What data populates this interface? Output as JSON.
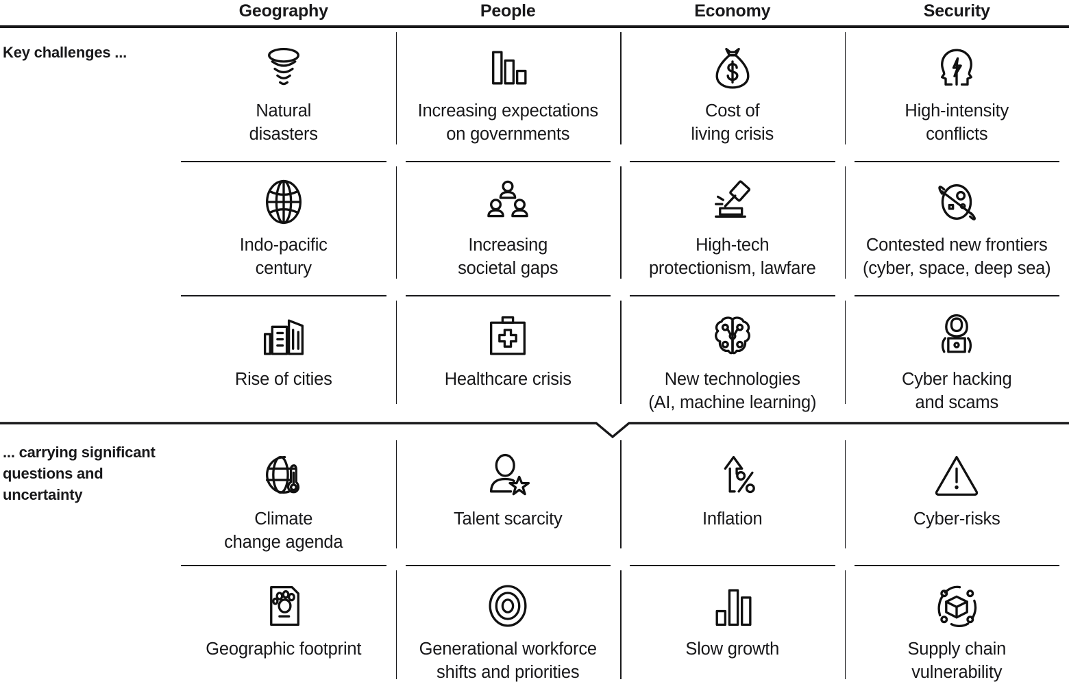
{
  "columns": [
    {
      "key": "geography",
      "label": "Geography"
    },
    {
      "key": "people",
      "label": "People"
    },
    {
      "key": "economy",
      "label": "Economy"
    },
    {
      "key": "security",
      "label": "Security"
    }
  ],
  "sections": [
    {
      "key": "key-challenges",
      "label": "Key\nchallenges ...",
      "rows": [
        {
          "cells": [
            {
              "icon": "tornado-icon",
              "label": "Natural\ndisasters"
            },
            {
              "icon": "bar-chart-icon",
              "label": "Increasing expectations\non governments"
            },
            {
              "icon": "money-bag-icon",
              "label": "Cost of\nliving crisis"
            },
            {
              "icon": "head-lightning-icon",
              "label": "High-intensity\nconflicts"
            }
          ]
        },
        {
          "cells": [
            {
              "icon": "globe-icon",
              "label": "Indo-pacific\ncentury"
            },
            {
              "icon": "people-group-icon",
              "label": "Increasing\nsocietal gaps"
            },
            {
              "icon": "gavel-icon",
              "label": "High-tech\nprotectionism, lawfare"
            },
            {
              "icon": "satellite-orbit-icon",
              "label": "Contested new frontiers\n(cyber, space, deep sea)"
            }
          ]
        },
        {
          "cells": [
            {
              "icon": "city-buildings-icon",
              "label": "Rise of cities"
            },
            {
              "icon": "first-aid-kit-icon",
              "label": "Healthcare crisis"
            },
            {
              "icon": "brain-network-icon",
              "label": "New technologies\n(AI, machine learning)"
            },
            {
              "icon": "hacker-laptop-icon",
              "label": "Cyber hacking\nand scams"
            }
          ]
        }
      ]
    },
    {
      "key": "uncertainty",
      "label": "... carrying\nsignificant\nquestions and\nuncertainty",
      "rows": [
        {
          "cells": [
            {
              "icon": "globe-thermometer-icon",
              "label": "Climate\nchange agenda"
            },
            {
              "icon": "person-star-icon",
              "label": "Talent scarcity"
            },
            {
              "icon": "arrow-up-percent-icon",
              "label": "Inflation"
            },
            {
              "icon": "warning-triangle-icon",
              "label": "Cyber-risks"
            }
          ]
        },
        {
          "cells": [
            {
              "icon": "paw-document-icon",
              "label": "Geographic footprint"
            },
            {
              "icon": "concentric-circles-icon",
              "label": "Generational workforce\nshifts and priorities"
            },
            {
              "icon": "bar-chart-growth-icon",
              "label": "Slow growth"
            },
            {
              "icon": "cube-orbit-icon",
              "label": "Supply chain\nvulnerability"
            }
          ]
        }
      ]
    }
  ],
  "colors": {
    "line": "#18181a",
    "text": "#18181a",
    "background": "#ffffff"
  }
}
